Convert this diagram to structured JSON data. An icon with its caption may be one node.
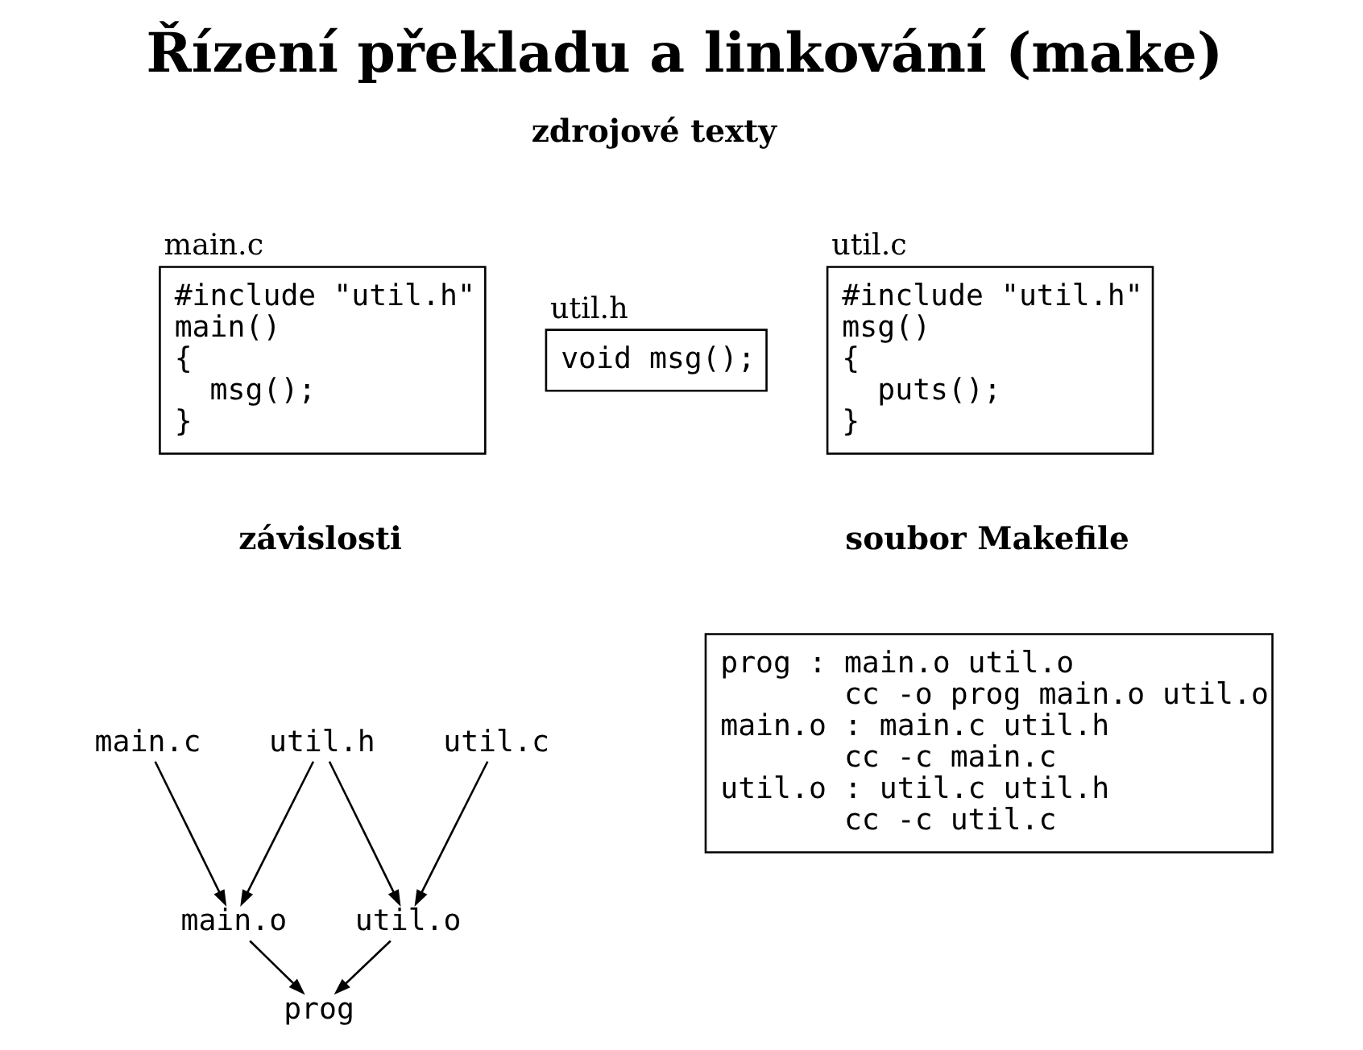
{
  "diagram": {
    "title": "Řízení překladu a linkování (make)",
    "nodes": [
      {
        "text": [
          "#include \"util.h\"",
          "main()",
          "{",
          "  msg();",
          "}"
        ],
        "beside": [
          "main.c"
        ]
      },
      {
        "text": [
          "void msg();"
        ],
        "beside": [
          "util.h"
        ]
      },
      {
        "text": [
          "#include \"util.h\"",
          "msg()",
          "{",
          "  puts();",
          "}"
        ],
        "beside": [
          "util.c"
        ]
      },
      {
        "text": [
          "main.c"
        ]
      },
      {
        "text": [
          "main.o"
        ]
      },
      {
        "text": [
          "util.h"
        ]
      },
      {
        "text": [
          "prog"
        ]
      },
      {
        "text": [
          "util.o"
        ]
      },
      {
        "text": [
          "util.c"
        ]
      },
      {
        "text": [
          "prog : main.o util.o",
          "       cc -o prog main.o util.o",
          "main.o : main.c util.h",
          "       cc -c main.c",
          "util.o : util.c util.h",
          "       cc -c util.c"
        ]
      }
    ],
    "edges": [
      {
        "from": 3,
        "to": 4,
        "arrow": "to"
      },
      {
        "from": 5,
        "to": 4,
        "arrow": "to"
      },
      {
        "from": 5,
        "to": 7,
        "arrow": "to"
      },
      {
        "from": 8,
        "to": 7,
        "arrow": "to"
      },
      {
        "from": 4,
        "to": 6,
        "arrow": "to"
      },
      {
        "from": 7,
        "to": 6,
        "arrow": "to"
      }
    ],
    "labels": [
      "zdrojové texty",
      "závislosti",
      "soubor Makefile"
    ]
  }
}
